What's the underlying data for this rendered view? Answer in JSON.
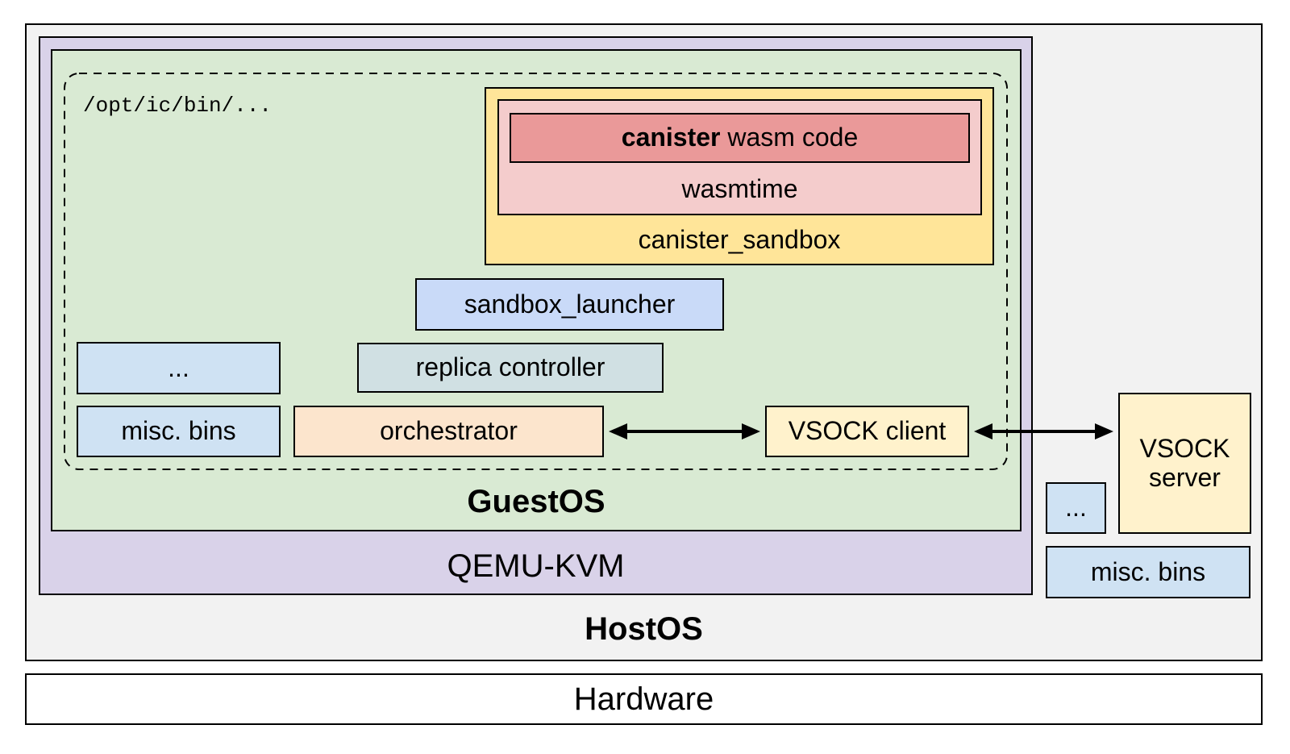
{
  "layers": {
    "hardware_label": "Hardware",
    "hostos_label": "HostOS",
    "qemu_label": "QEMU-KVM",
    "guestos_label": "GuestOS"
  },
  "guest": {
    "bin_path": "/opt/ic/bin/...",
    "canister_wasm_bold": "canister",
    "canister_wasm_rest": " wasm code",
    "wasmtime_label": "wasmtime",
    "canister_sandbox_label": "canister_sandbox",
    "sandbox_launcher_label": "sandbox_launcher",
    "replica_controller_label": "replica controller",
    "orchestrator_label": "orchestrator",
    "ellipsis_label": "...",
    "misc_bins_label": "misc. bins",
    "vsock_client_label": "VSOCK client"
  },
  "host": {
    "vsock_server_line1": "VSOCK",
    "vsock_server_line2": "server",
    "ellipsis_label": "...",
    "misc_bins_label": "misc. bins"
  },
  "colors": {
    "hostos_fill": "#f2f2f2",
    "qemu_fill": "#d9d2e9",
    "guestos_fill": "#d9ead3",
    "canister_sandbox_fill": "#ffe599",
    "wasmtime_fill": "#f4cccc",
    "canister_wasm_fill": "#ea9999",
    "launcher_fill": "#c9daf8",
    "replica_fill": "#d0e0e3",
    "orchestrator_fill": "#fce5cd",
    "vsock_fill": "#fff2cc",
    "misc_fill": "#cfe2f3",
    "hardware_fill": "#ffffff",
    "arrow_stroke": "#000000"
  }
}
